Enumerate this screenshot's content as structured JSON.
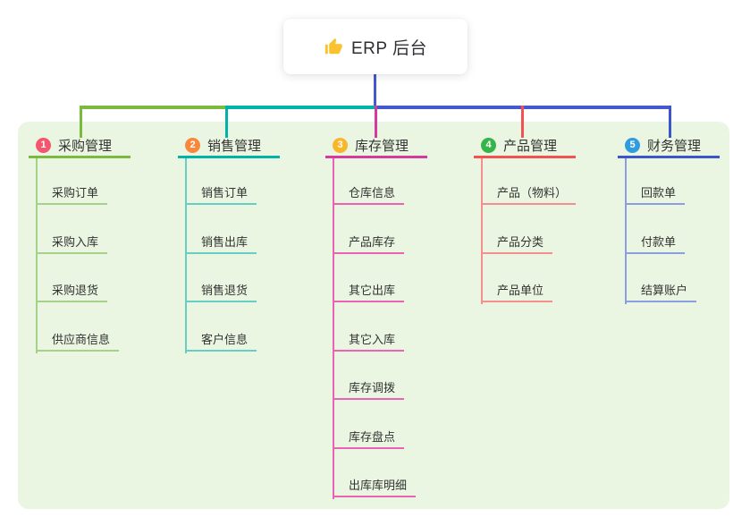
{
  "root": {
    "title": "ERP 后台",
    "icon": "thumbs-up-icon",
    "icon_color": "#f9c22e",
    "connector_color": "#4558d0"
  },
  "panel_color": "#eaf6e2",
  "branches": [
    {
      "num": "1",
      "label": "采购管理",
      "badge_color": "#f4566e",
      "line_color": "#7cb93f",
      "child_line_color": "#a6d189",
      "children": [
        "采购订单",
        "采购入库",
        "采购退货",
        "供应商信息"
      ]
    },
    {
      "num": "2",
      "label": "销售管理",
      "badge_color": "#f8883c",
      "line_color": "#00b3a8",
      "child_line_color": "#66cec2",
      "children": [
        "销售订单",
        "销售出库",
        "销售退货",
        "客户信息"
      ]
    },
    {
      "num": "3",
      "label": "库存管理",
      "badge_color": "#f8b62d",
      "line_color": "#d63a9c",
      "child_line_color": "#ea63b4",
      "children": [
        "仓库信息",
        "产品库存",
        "其它出库",
        "其它入库",
        "库存调拨",
        "库存盘点",
        "出库库明细"
      ]
    },
    {
      "num": "4",
      "label": "产品管理",
      "badge_color": "#35b44a",
      "line_color": "#f15353",
      "child_line_color": "#f48f8f",
      "children": [
        "产品（物料）",
        "产品分类",
        "产品单位"
      ]
    },
    {
      "num": "5",
      "label": "财务管理",
      "badge_color": "#309ce0",
      "line_color": "#3c55cb",
      "child_line_color": "#8b9fe0",
      "children": [
        "回款单",
        "付款单",
        "结算账户"
      ]
    }
  ]
}
